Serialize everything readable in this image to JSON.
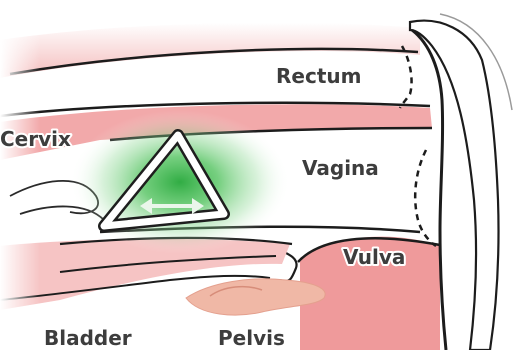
{
  "diagram": {
    "labels": {
      "rectum": "Rectum",
      "cervix": "Cervix",
      "vagina": "Vagina",
      "vulva": "Vulva",
      "bladder": "Bladder",
      "pelvis": "Pelvis"
    },
    "colors": {
      "outline": "#1c1c1c",
      "tissue_pink": "#f6c2c2",
      "tissue_red": "#e98a8c",
      "green_glow": "#3dbb4b",
      "pelvis_bone": "#efb6a4",
      "arrow": "#e9f6ea",
      "label_text": "#3d3d3d"
    },
    "icons": {
      "device": "triangle-ring-icon",
      "arrow": "double-headed-arrow-icon"
    }
  }
}
